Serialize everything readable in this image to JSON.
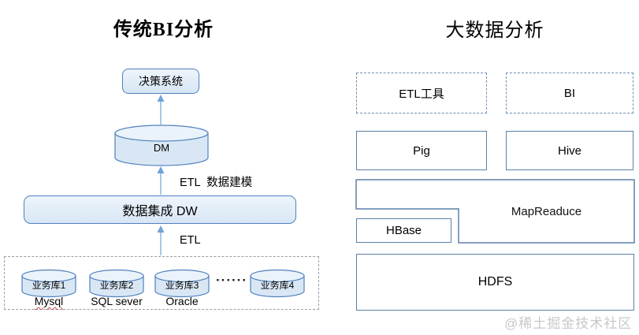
{
  "left_panel": {
    "title": "传统BI分析",
    "decision_box_label": "决策系统",
    "dm_cylinder_label": "DM",
    "etl_modeling_label": "ETL  数据建模",
    "dw_box_label": "数据集成 DW",
    "etl_label": "ETL",
    "sources": {
      "cylinders": [
        "业务库1",
        "业务库2",
        "业务库3",
        "业务库4"
      ],
      "db_labels": [
        "Mysql",
        "SQL sever",
        "Oracle"
      ],
      "ellipsis": "······"
    }
  },
  "right_panel": {
    "title": "大数据分析",
    "etl_tool_label": "ETL工具",
    "bi_label": "BI",
    "pig_label": "Pig",
    "hive_label": "Hive",
    "hbase_label": "HBase",
    "mapreduce_label": "MapReaduce",
    "hdfs_label": "HDFS"
  },
  "watermark": "@稀土掘金技术社区",
  "colors": {
    "left-border": "#4f81bd",
    "left-fill-top": "#eef4fb",
    "left-fill-bottom": "#d7e6f4",
    "cylinder-fill": "#d9e7f5",
    "cylinder-top-fill": "#eaf2fa",
    "arrow": "#6fa3d9",
    "right-border": "#5b80a8",
    "dashed-border": "#6d8fae",
    "outer-dashed": "#969ea8",
    "watermark": "#c8c8c8"
  }
}
